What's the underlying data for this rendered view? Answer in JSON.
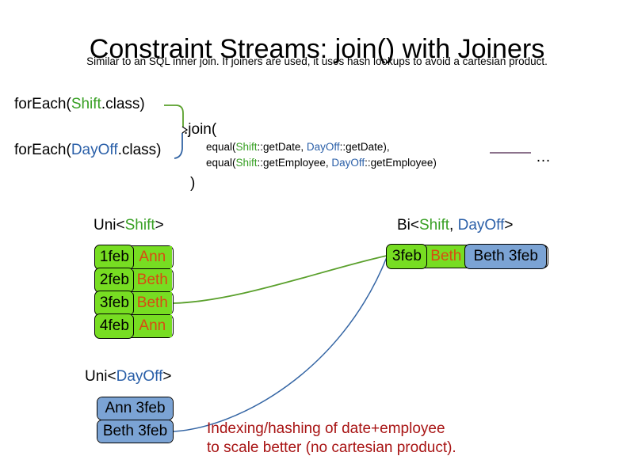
{
  "slide": {
    "title": "Constraint Streams: join() with Joiners",
    "subtitle": "Similar to an SQL inner join. If joiners are used, it uses hash lookups to avoid a cartesian product."
  },
  "code": {
    "foreach_shift": {
      "prefix": "forEach(",
      "type": "Shift",
      "suffix": ".class)"
    },
    "foreach_dayoff": {
      "prefix": "forEach(",
      "type": "DayOff",
      "suffix": ".class)"
    },
    "join_open": ".join(",
    "join_close": ")",
    "joiners": [
      {
        "prefix": "equal(",
        "left_type": "Shift",
        "left_method": "::getDate, ",
        "right_type": "DayOff",
        "right_method": "::getDate),"
      },
      {
        "prefix": "equal(",
        "left_type": "Shift",
        "left_method": "::getEmployee, ",
        "right_type": "DayOff",
        "right_method": "::getEmployee)"
      }
    ],
    "ellipsis": "…"
  },
  "streams": {
    "uni_shift": {
      "label_prefix": "Uni<",
      "label_type": "Shift",
      "label_suffix": ">",
      "rows": [
        {
          "date": "1feb",
          "employee": "Ann"
        },
        {
          "date": "2feb",
          "employee": "Beth"
        },
        {
          "date": "3feb",
          "employee": "Beth"
        },
        {
          "date": "4feb",
          "employee": "Ann"
        }
      ]
    },
    "uni_dayoff": {
      "label_prefix": "Uni<",
      "label_type": "DayOff",
      "label_suffix": ">",
      "rows": [
        {
          "text": "Ann 3feb"
        },
        {
          "text": "Beth 3feb"
        }
      ]
    },
    "bi": {
      "label_prefix": "Bi<",
      "label_type_a": "Shift",
      "label_separator": ", ",
      "label_type_b": "DayOff",
      "label_suffix": ">",
      "row": {
        "date": "3feb",
        "employee": "Beth",
        "dayoff": "Beth 3feb"
      }
    }
  },
  "annotation": {
    "line1": "Indexing/hashing of date+employee",
    "line2": "to scale better (no cartesian product)."
  },
  "colors": {
    "shift_green": "#38a024",
    "dayoff_blue": "#2a5fa8",
    "box_green": "#77dd22",
    "box_blue": "#7ba3d4",
    "employee_orange": "#d94a12",
    "annotation_red": "#a81414",
    "connector_green": "#5aa02c",
    "connector_blue": "#3465a4",
    "rule_purple": "#7b5e7b"
  }
}
